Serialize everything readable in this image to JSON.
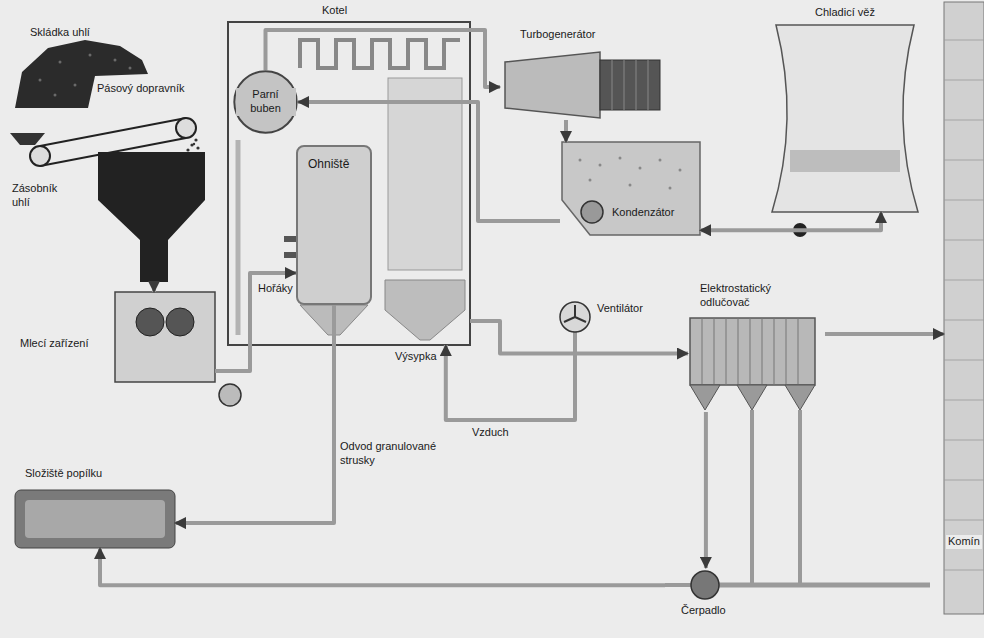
{
  "diagram": {
    "nodes": [
      {
        "text": [
          "Kotel"
        ]
      },
      {
        "text": [
          "Parní buben"
        ],
        "in": 0
      },
      {
        "text": [
          "Ohniště"
        ],
        "in": 0
      },
      {
        "text": [
          "Turbogenerátor"
        ]
      },
      {
        "text": [
          "Chladicí věž"
        ]
      },
      {
        "text": [
          "Kondenzátor"
        ]
      },
      {
        "text": [
          "Zásobník uhlí"
        ]
      },
      {
        "text": [
          "Mlecí zařízení"
        ]
      },
      {
        "text": [
          "Ventilátor"
        ]
      },
      {
        "text": [
          "Elektrostatický odlučovač"
        ]
      },
      {
        "text": [
          "Komín"
        ]
      },
      {
        "text": [
          "Složiště popílku"
        ]
      },
      {
        "text": [
          "Čerpadlo"
        ]
      }
    ],
    "edges": [
      {
        "from": 6,
        "to": 7,
        "arrow": "to"
      },
      {
        "from": 7,
        "to": 2,
        "arrow": "to"
      },
      {
        "from": 1,
        "to": 3,
        "arrow": "to"
      },
      {
        "from": 3,
        "to": 5,
        "arrow": "to"
      },
      {
        "from": 5,
        "to": 1,
        "arrow": "to"
      },
      {
        "from": 5,
        "to": 4,
        "arrow": "both"
      },
      {
        "from": 8,
        "to": 0,
        "arrow": "to"
      },
      {
        "from": 0,
        "to": 9,
        "arrow": "to"
      },
      {
        "from": 9,
        "to": 10,
        "arrow": "to"
      },
      {
        "from": 9,
        "to": 12,
        "arrow": "to"
      },
      {
        "from": 12,
        "to": 11,
        "arrow": "to"
      },
      {
        "from": 2,
        "to": 11,
        "arrow": "to"
      }
    ],
    "labels": [
      "Skládka uhlí",
      "Pásový dopravník",
      "Hořáky",
      "Výsypka",
      "Vzduch",
      "Odvod granulované strusky"
    ]
  }
}
